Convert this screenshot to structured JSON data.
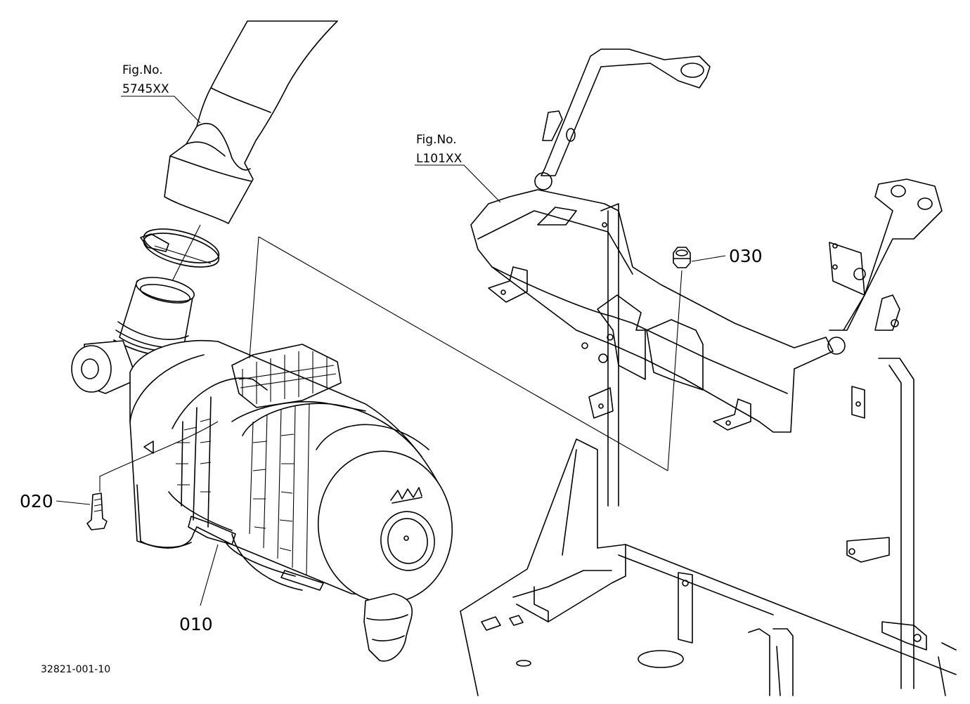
{
  "figure_refs": {
    "hose": {
      "line1": "Fig.No.",
      "line2": "5745XX"
    },
    "frame": {
      "line1": "Fig.No.",
      "line2": "L101XX"
    }
  },
  "parts": {
    "air_cleaner": "010",
    "bolt": "020",
    "nut": "030"
  },
  "footer": {
    "drawing_id": "32821-001-10"
  }
}
